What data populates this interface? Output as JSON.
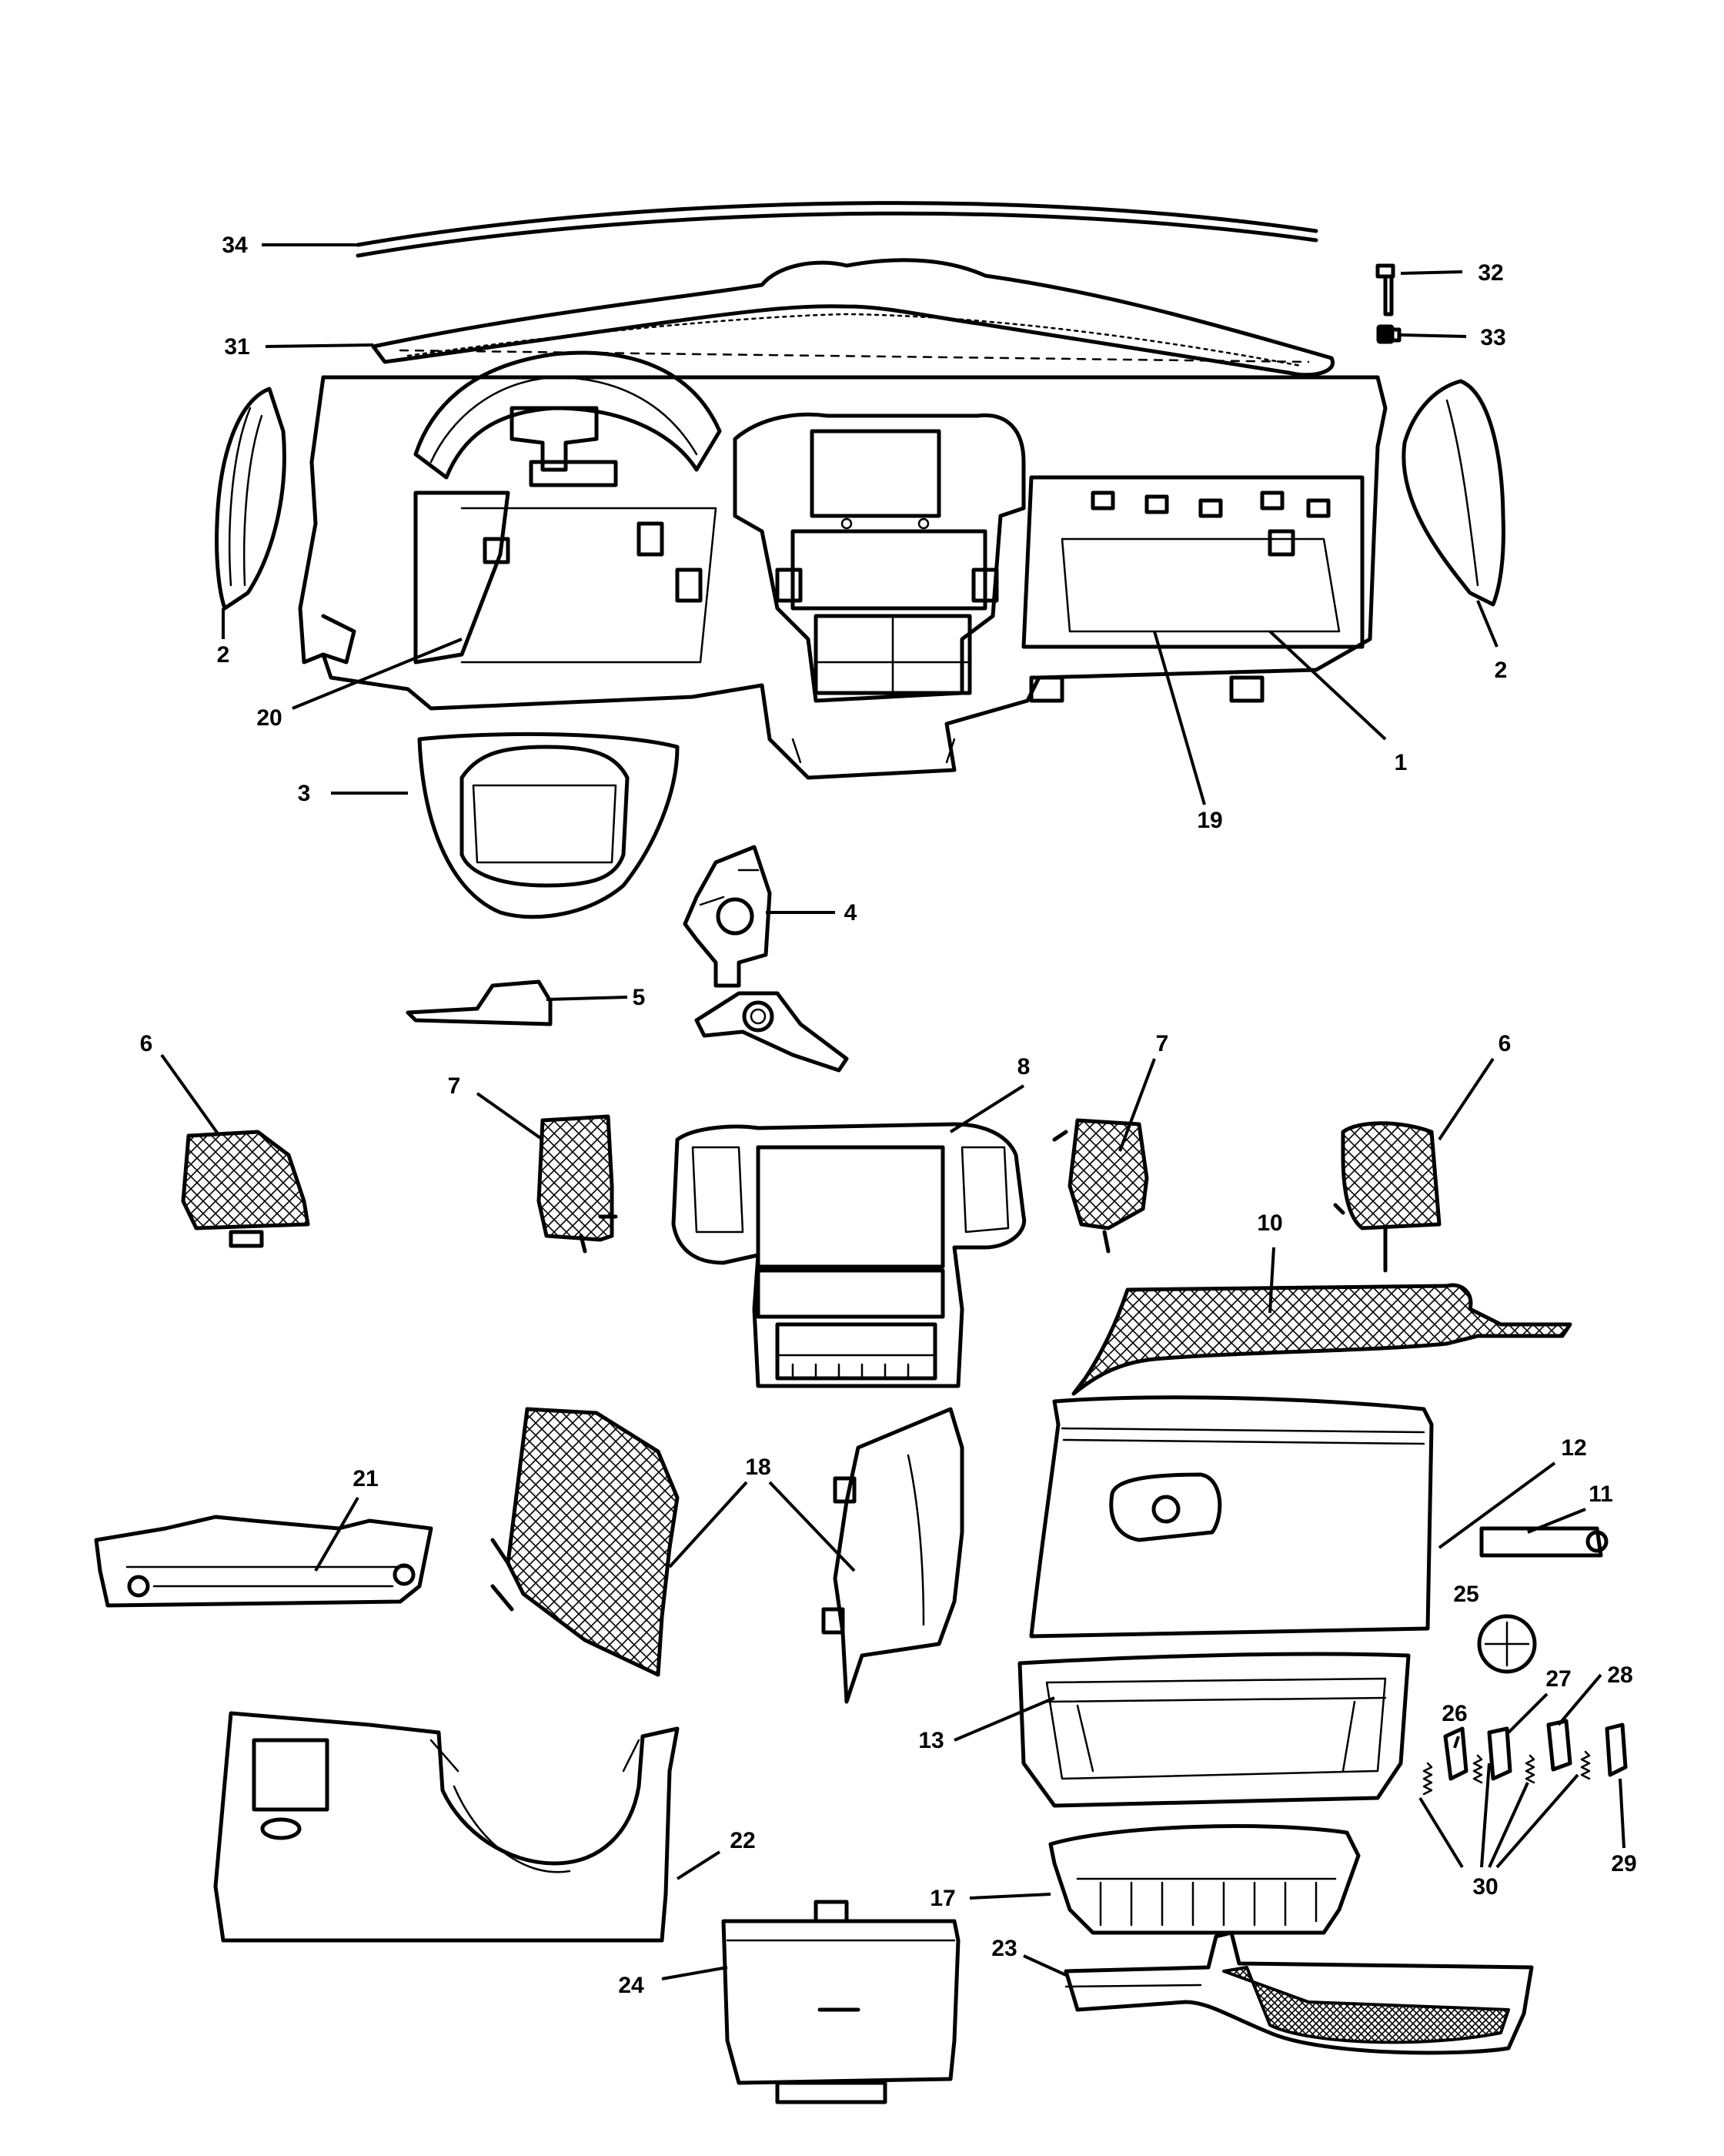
{
  "diagram": {
    "callouts": [
      {
        "id": "c1",
        "text": "1"
      },
      {
        "id": "c2a",
        "text": "2"
      },
      {
        "id": "c2b",
        "text": "2"
      },
      {
        "id": "c3",
        "text": "3"
      },
      {
        "id": "c4",
        "text": "4"
      },
      {
        "id": "c5",
        "text": "5"
      },
      {
        "id": "c6a",
        "text": "6"
      },
      {
        "id": "c6b",
        "text": "6"
      },
      {
        "id": "c7a",
        "text": "7"
      },
      {
        "id": "c7b",
        "text": "7"
      },
      {
        "id": "c8",
        "text": "8"
      },
      {
        "id": "c10",
        "text": "10"
      },
      {
        "id": "c11",
        "text": "11"
      },
      {
        "id": "c12",
        "text": "12"
      },
      {
        "id": "c13",
        "text": "13"
      },
      {
        "id": "c17",
        "text": "17"
      },
      {
        "id": "c18",
        "text": "18"
      },
      {
        "id": "c19",
        "text": "19"
      },
      {
        "id": "c20",
        "text": "20"
      },
      {
        "id": "c21",
        "text": "21"
      },
      {
        "id": "c22",
        "text": "22"
      },
      {
        "id": "c23",
        "text": "23"
      },
      {
        "id": "c24",
        "text": "24"
      },
      {
        "id": "c25",
        "text": "25"
      },
      {
        "id": "c26",
        "text": "26"
      },
      {
        "id": "c27",
        "text": "27"
      },
      {
        "id": "c28",
        "text": "28"
      },
      {
        "id": "c29",
        "text": "29"
      },
      {
        "id": "c30",
        "text": "30"
      },
      {
        "id": "c31",
        "text": "31"
      },
      {
        "id": "c32",
        "text": "32"
      },
      {
        "id": "c33",
        "text": "33"
      },
      {
        "id": "c34",
        "text": "34"
      }
    ]
  }
}
